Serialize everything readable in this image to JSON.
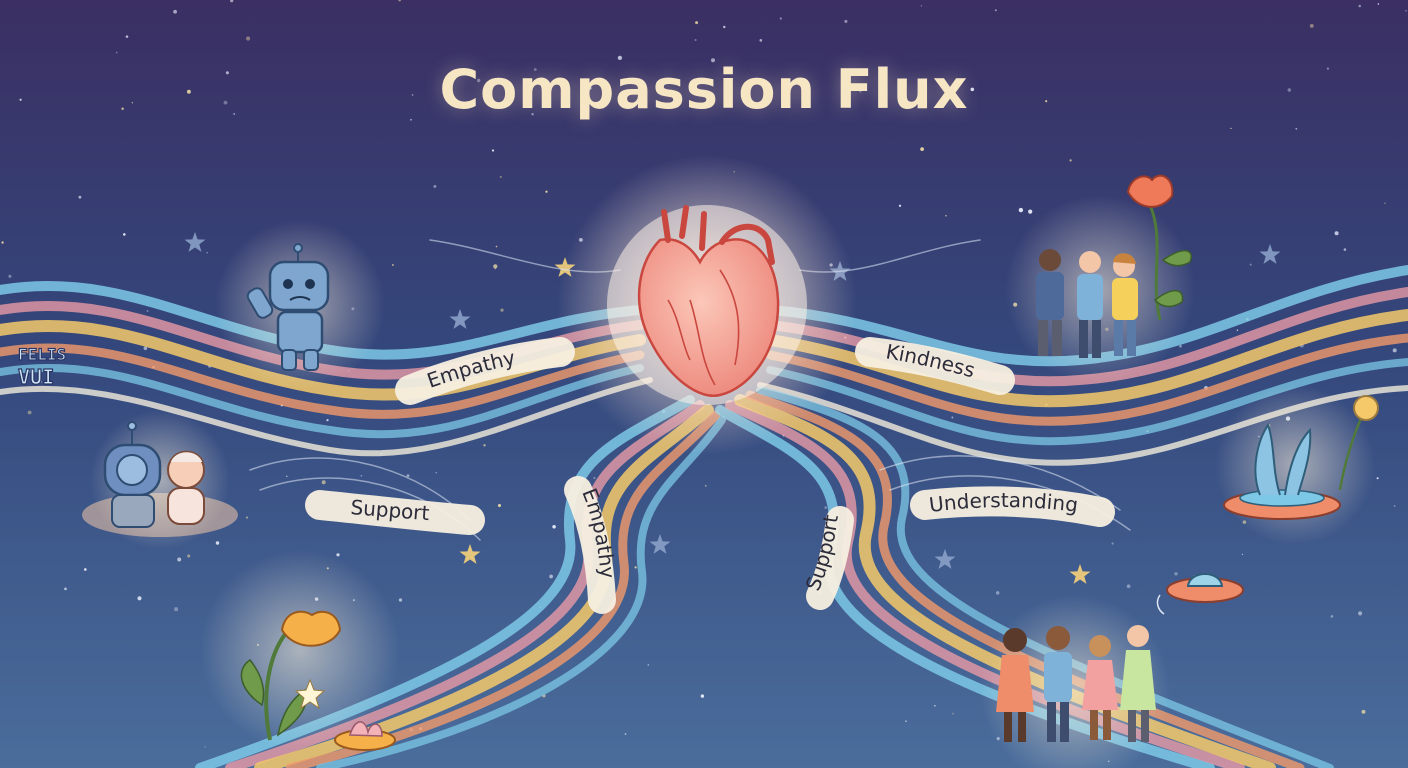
{
  "title": "Compassion Flux",
  "ribbon_labels": {
    "empathy_left": "Empathy",
    "kindness": "Kindness",
    "support_left": "Support",
    "empathy_center": "Empathy",
    "support_center": "Support",
    "understanding": "Understanding"
  },
  "corner_text": [
    "FELIS",
    "VUI"
  ],
  "icons": {
    "center": "anatomical-heart-icon",
    "top_left": "sad-robot-icon",
    "mid_left": "robot-hugging-child-icon",
    "bottom_left": "flower-icon",
    "top_right": "people-holding-hands-icon",
    "mid_right": "alien-plant-saucer-icon",
    "bottom_right": "children-holding-hands-icon",
    "ufo": "ufo-icon"
  },
  "colors": {
    "sky_top": "#3b2f63",
    "sky_bottom": "#4a6d9c",
    "title": "#f6e6c4",
    "heart": "#f2a596",
    "flow_blue": "#7cc8e6",
    "flow_yellow": "#f5c96a",
    "flow_pink": "#e89aa5",
    "flow_orange": "#f29a6a"
  }
}
